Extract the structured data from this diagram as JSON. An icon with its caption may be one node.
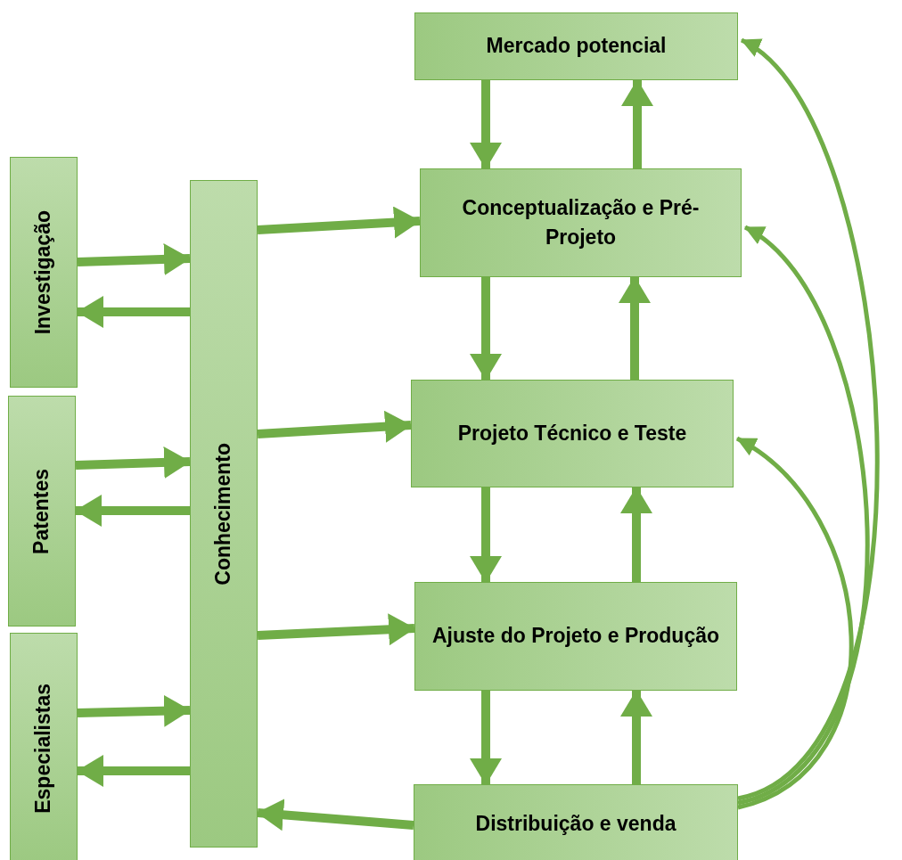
{
  "diagram": {
    "nodes": [
      {
        "text": [
          "Mercado potencial"
        ]
      },
      {
        "text": [
          "Conceptualização e Pré-Projeto"
        ]
      },
      {
        "text": [
          "Projeto Técnico e Teste"
        ]
      },
      {
        "text": [
          "Ajuste do Projeto e Produção"
        ]
      },
      {
        "text": [
          "Distribuição e venda"
        ]
      },
      {
        "text": [
          "Conhecimento"
        ]
      },
      {
        "text": [
          "Investigação"
        ]
      },
      {
        "text": [
          "Patentes"
        ]
      },
      {
        "text": [
          "Especialistas"
        ]
      }
    ],
    "edges": [
      {
        "from": 0,
        "to": 1,
        "arrow": "to"
      },
      {
        "from": 1,
        "to": 0,
        "arrow": "to"
      },
      {
        "from": 1,
        "to": 2,
        "arrow": "to"
      },
      {
        "from": 2,
        "to": 1,
        "arrow": "to"
      },
      {
        "from": 2,
        "to": 3,
        "arrow": "to"
      },
      {
        "from": 3,
        "to": 2,
        "arrow": "to"
      },
      {
        "from": 3,
        "to": 4,
        "arrow": "to"
      },
      {
        "from": 4,
        "to": 3,
        "arrow": "to"
      },
      {
        "from": 5,
        "to": 1,
        "arrow": "to"
      },
      {
        "from": 5,
        "to": 2,
        "arrow": "to"
      },
      {
        "from": 5,
        "to": 3,
        "arrow": "to"
      },
      {
        "from": 6,
        "to": 5,
        "arrow": "to"
      },
      {
        "from": 5,
        "to": 6,
        "arrow": "to"
      },
      {
        "from": 7,
        "to": 5,
        "arrow": "to"
      },
      {
        "from": 5,
        "to": 7,
        "arrow": "to"
      },
      {
        "from": 8,
        "to": 5,
        "arrow": "to"
      },
      {
        "from": 5,
        "to": 8,
        "arrow": "to"
      },
      {
        "from": 4,
        "to": 5,
        "arrow": "to"
      },
      {
        "from": 4,
        "to": 0,
        "arrow": "to"
      },
      {
        "from": 4,
        "to": 1,
        "arrow": "to"
      },
      {
        "from": 4,
        "to": 2,
        "arrow": "to"
      }
    ]
  }
}
